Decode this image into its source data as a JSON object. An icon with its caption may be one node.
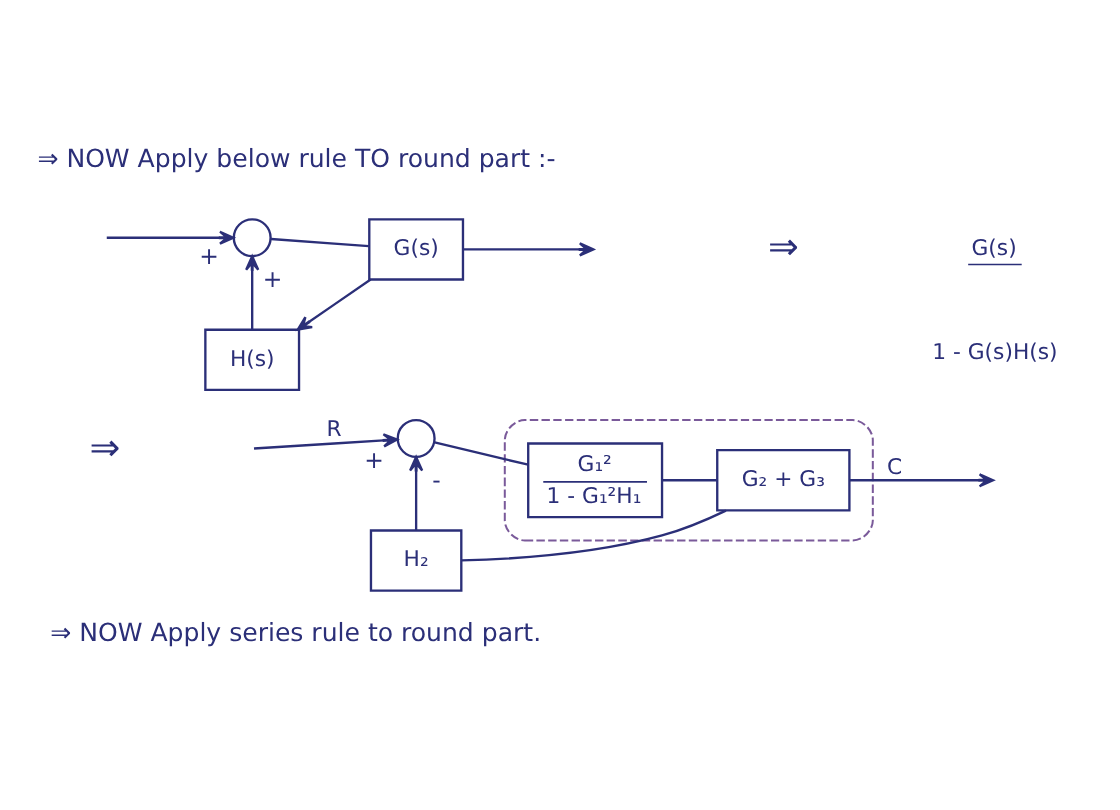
{
  "diagram": {
    "title": "⇒ NOW Apply below rule TO round part :-",
    "caption": "⇒ NOW Apply series rule to round part.",
    "nodes": [
      {
        "text": [],
        "shape": "circle",
        "beside": [
          "+",
          "+"
        ]
      },
      {
        "text": [
          "G(s)"
        ]
      },
      {
        "text": [
          "H(s)"
        ]
      },
      {
        "text": [],
        "shape": "circle",
        "beside": [
          "+",
          "-"
        ]
      },
      {
        "text": [],
        "shape": "ellipse"
      },
      {
        "text": [
          "G₁²",
          "1 - G₁²H₁"
        ],
        "in": 4
      },
      {
        "text": [
          "G₂ + G₃"
        ],
        "in": 4
      },
      {
        "text": [
          "H₂"
        ]
      }
    ],
    "edges": [
      {
        "from": null,
        "to": 0,
        "arrow": "to"
      },
      {
        "from": 0,
        "to": 1,
        "arrow": "none"
      },
      {
        "from": 1,
        "to": null,
        "arrow": "to"
      },
      {
        "from": 1,
        "to": 2,
        "arrow": "to"
      },
      {
        "from": 2,
        "to": 0,
        "arrow": "to"
      },
      {
        "from": null,
        "to": 3,
        "arrow": "to",
        "label": "R"
      },
      {
        "from": 3,
        "to": 5,
        "arrow": "none"
      },
      {
        "from": 5,
        "to": 6,
        "arrow": "none"
      },
      {
        "from": 6,
        "to": null,
        "arrow": "to",
        "label": "C"
      },
      {
        "from": 6,
        "to": 7,
        "arrow": "none"
      },
      {
        "from": 7,
        "to": 3,
        "arrow": "to"
      }
    ],
    "labels": [
      "⇒",
      "G(s)",
      "1 - G(s)H(s)",
      "⇒"
    ]
  }
}
